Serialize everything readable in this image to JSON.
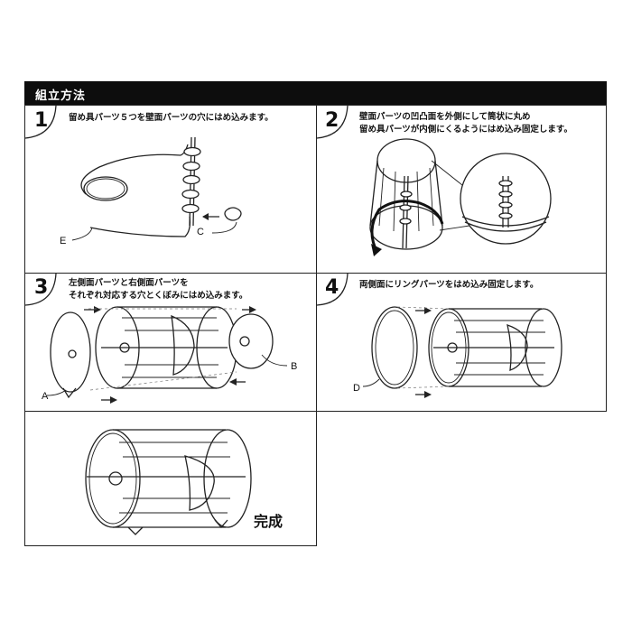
{
  "header": {
    "title": "組立方法"
  },
  "steps": [
    {
      "number": "1",
      "text": [
        "留め具パーツ５つを壁面パーツの穴にはめ込みます。"
      ],
      "labels": {
        "e": "E",
        "c": "C"
      }
    },
    {
      "number": "2",
      "text": [
        "壁面パーツの凹凸面を外側にして筒状に丸め",
        "留め具パーツが内側にくるようにはめ込み固定します。"
      ]
    },
    {
      "number": "3",
      "text": [
        "左側面パーツと右側面パーツを",
        "それぞれ対応する穴とくぼみにはめ込みます。"
      ],
      "labels": {
        "a": "A",
        "b": "B"
      }
    },
    {
      "number": "4",
      "text": [
        "両側面にリングパーツをはめ込み固定します。"
      ],
      "labels": {
        "d": "D"
      }
    }
  ],
  "final": {
    "label": "完成"
  }
}
